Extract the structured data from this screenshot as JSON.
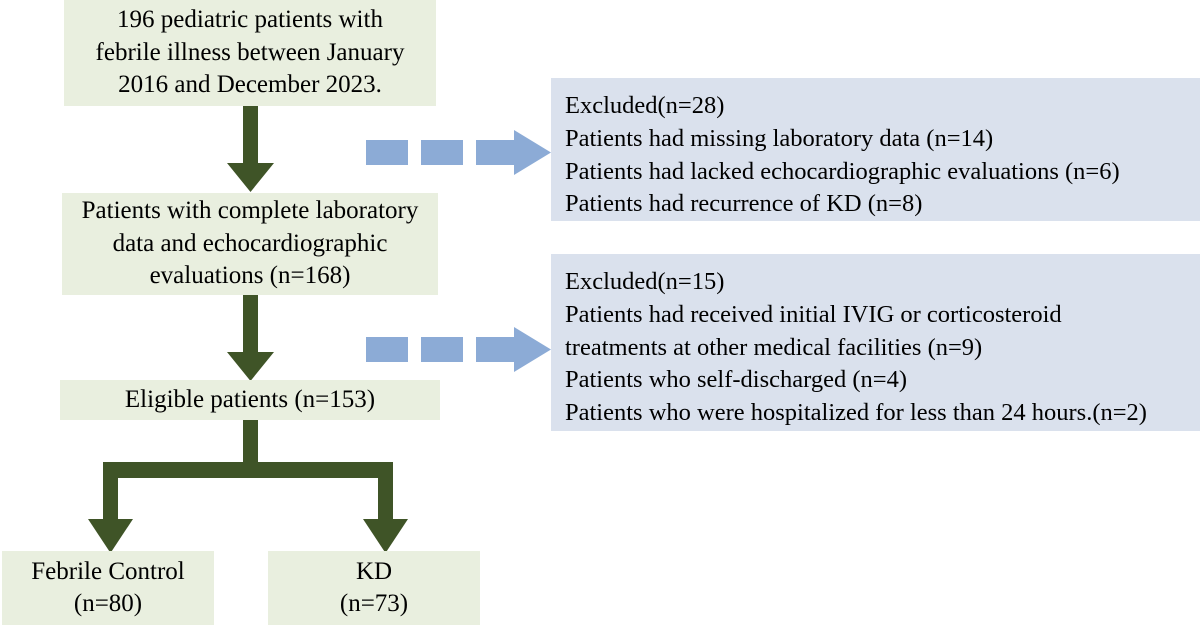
{
  "figure": {
    "type": "flowchart",
    "title": "Patient selection flow diagram",
    "colors": {
      "green_box_fill": "#e9efdf",
      "blue_box_fill": "#dae1ed",
      "green_arrow": "#3f5427",
      "blue_arrow": "#8cabd6",
      "text": "#000000",
      "background": "#ffffff"
    }
  },
  "nodes": {
    "enrollment": {
      "lines": [
        "196 pediatric patients with",
        "febrile illness between January",
        "2016 and December 2023."
      ]
    },
    "complete_data": {
      "lines": [
        "Patients with complete laboratory",
        "data and echocardiographic",
        "evaluations (n=168)"
      ]
    },
    "eligible": {
      "lines": [
        "Eligible patients (n=153)"
      ]
    },
    "febrile_control": {
      "lines": [
        "Febrile Control",
        "(n=80)"
      ]
    },
    "kd": {
      "lines": [
        "KD",
        "(n=73)"
      ]
    },
    "excluded_1": {
      "lines": [
        "Excluded(n=28)",
        "Patients had missing laboratory data (n=14)",
        "Patients had lacked echocardiographic evaluations (n=6)",
        "Patients had recurrence of KD (n=8)"
      ]
    },
    "excluded_2": {
      "lines": [
        "Excluded(n=15)",
        "Patients had received initial IVIG or corticosteroid",
        "treatments at other medical facilities (n=9)",
        "Patients who self-discharged (n=4)",
        "Patients who were hospitalized for less than 24 hours.(n=2)"
      ]
    }
  },
  "connectors": [
    {
      "name": "arrow-enrollment-to-complete-data",
      "style": "solid",
      "color": "#3f5427",
      "direction": "down"
    },
    {
      "name": "arrow-complete-data-to-eligible",
      "style": "solid",
      "color": "#3f5427",
      "direction": "down"
    },
    {
      "name": "arrow-eligible-fork",
      "style": "solid",
      "color": "#3f5427",
      "direction": "down-split"
    },
    {
      "name": "arrow-excluded-1",
      "style": "dashed",
      "color": "#8cabd6",
      "direction": "right"
    },
    {
      "name": "arrow-excluded-2",
      "style": "dashed",
      "color": "#8cabd6",
      "direction": "right"
    }
  ]
}
